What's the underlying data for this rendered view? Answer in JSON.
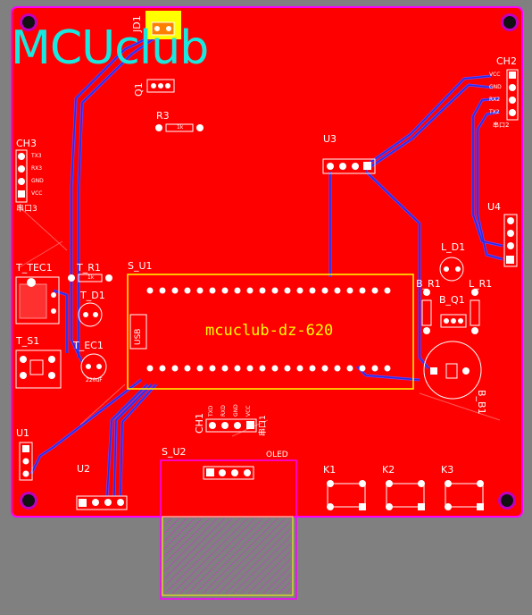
{
  "logo": "MCUclub",
  "board_title": "mcuclub-dz-620",
  "refs": {
    "jd1": "JD1",
    "q1": "Q1",
    "r3": "R3",
    "ch2": "CH2",
    "ch3": "CH3",
    "u3": "U3",
    "u4": "U4",
    "l_d1": "L_D1",
    "t_tec1": "T_TEC1",
    "t_r1": "T_R1",
    "s_u1": "S_U1",
    "b_r1": "B_R1",
    "l_r1": "L_R1",
    "t_d1": "T_D1",
    "b_q1": "B_Q1",
    "t_s1": "T_S1",
    "t_ec1": "T_EC1",
    "b_b1": "B_B1",
    "ch1": "CH1",
    "u1": "U1",
    "s_u2": "S_U2",
    "u2": "U2",
    "k1": "K1",
    "k2": "K2",
    "k3": "K3"
  },
  "ch2_pins": [
    "VCC",
    "GND",
    "RX2",
    "TX2"
  ],
  "ch2_note": "串口2",
  "ch3_pins": [
    "TX3",
    "RX3",
    "GND",
    "VCC"
  ],
  "ch3_note": "串口3",
  "ch1_pins": [
    "TXD",
    "RXD",
    "GND",
    "VCC"
  ],
  "ch1_note": "串口1",
  "oled_label": "OLED",
  "usb_label": "USB",
  "r_value": "1k",
  "cap_value": "220uF"
}
